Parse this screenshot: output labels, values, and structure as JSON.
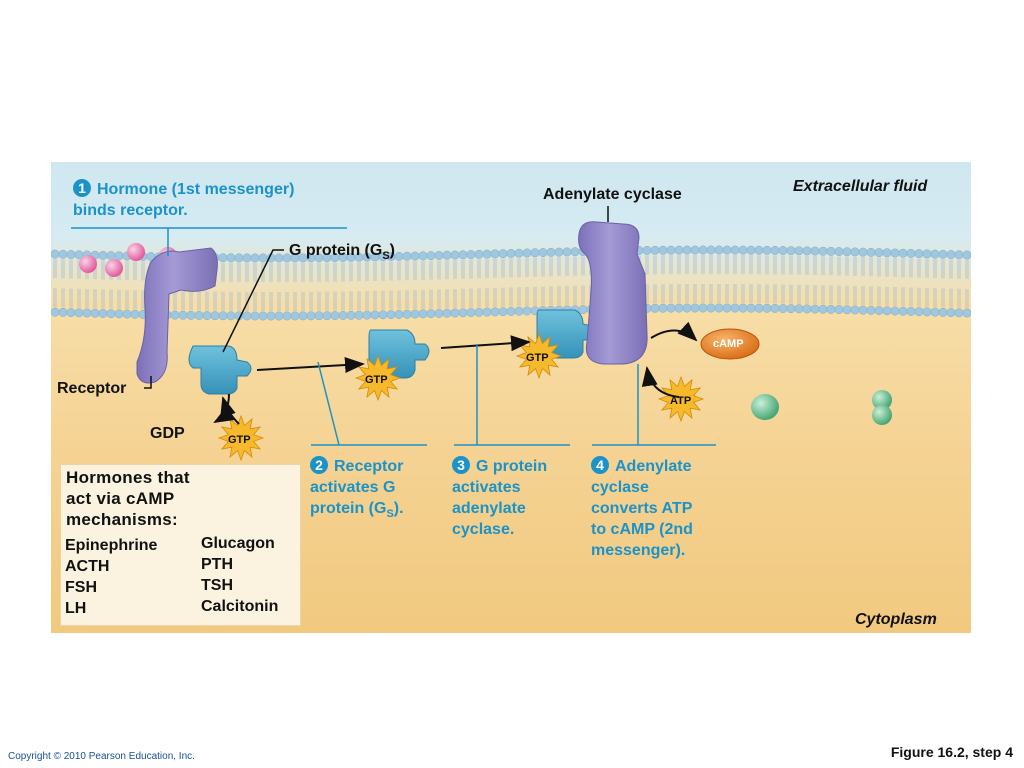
{
  "labels": {
    "extracellular": "Extracellular fluid",
    "cytoplasm": "Cytoplasm",
    "adenylate_cyclase": "Adenylate cyclase",
    "g_protein_prefix": "G protein (G",
    "g_protein_sub": "S",
    "g_protein_suffix": ")",
    "receptor": "Receptor",
    "gdp": "GDP",
    "gtp": "GTP",
    "atp": "ATP",
    "camp": "cAMP"
  },
  "steps": [
    {
      "number": "1",
      "lines": [
        "Hormone (1st messenger)",
        "binds receptor."
      ]
    },
    {
      "number": "2",
      "lines": [
        "Receptor",
        "activates G",
        "protein (G",
        "S",
        ")."
      ]
    },
    {
      "number": "3",
      "lines": [
        "G protein",
        "activates",
        "adenylate",
        "cyclase."
      ]
    },
    {
      "number": "4",
      "lines": [
        "Adenylate",
        "cyclase",
        "converts ATP",
        "to cAMP (2nd",
        "messenger)."
      ]
    }
  ],
  "hormones_box": {
    "title_lines": [
      "Hormones that",
      "act via cAMP",
      "mechanisms:"
    ],
    "left_column": [
      "Epinephrine",
      "ACTH",
      "FSH",
      "LH"
    ],
    "right_column": [
      "Glucagon",
      "PTH",
      "TSH",
      "Calcitonin"
    ]
  },
  "footer": {
    "copyright": "Copyright © 2010 Pearson Education, Inc.",
    "figure": "Figure 16.2, step 4"
  },
  "colors": {
    "step_text": "#1b93c9",
    "receptor": "#8f85c4",
    "g_protein": "#4aa9c9",
    "gtp_burst": "#f6b92b",
    "camp": "#e9821f",
    "hormone": "#e77ab0",
    "membrane_head": "#9fc7df"
  }
}
